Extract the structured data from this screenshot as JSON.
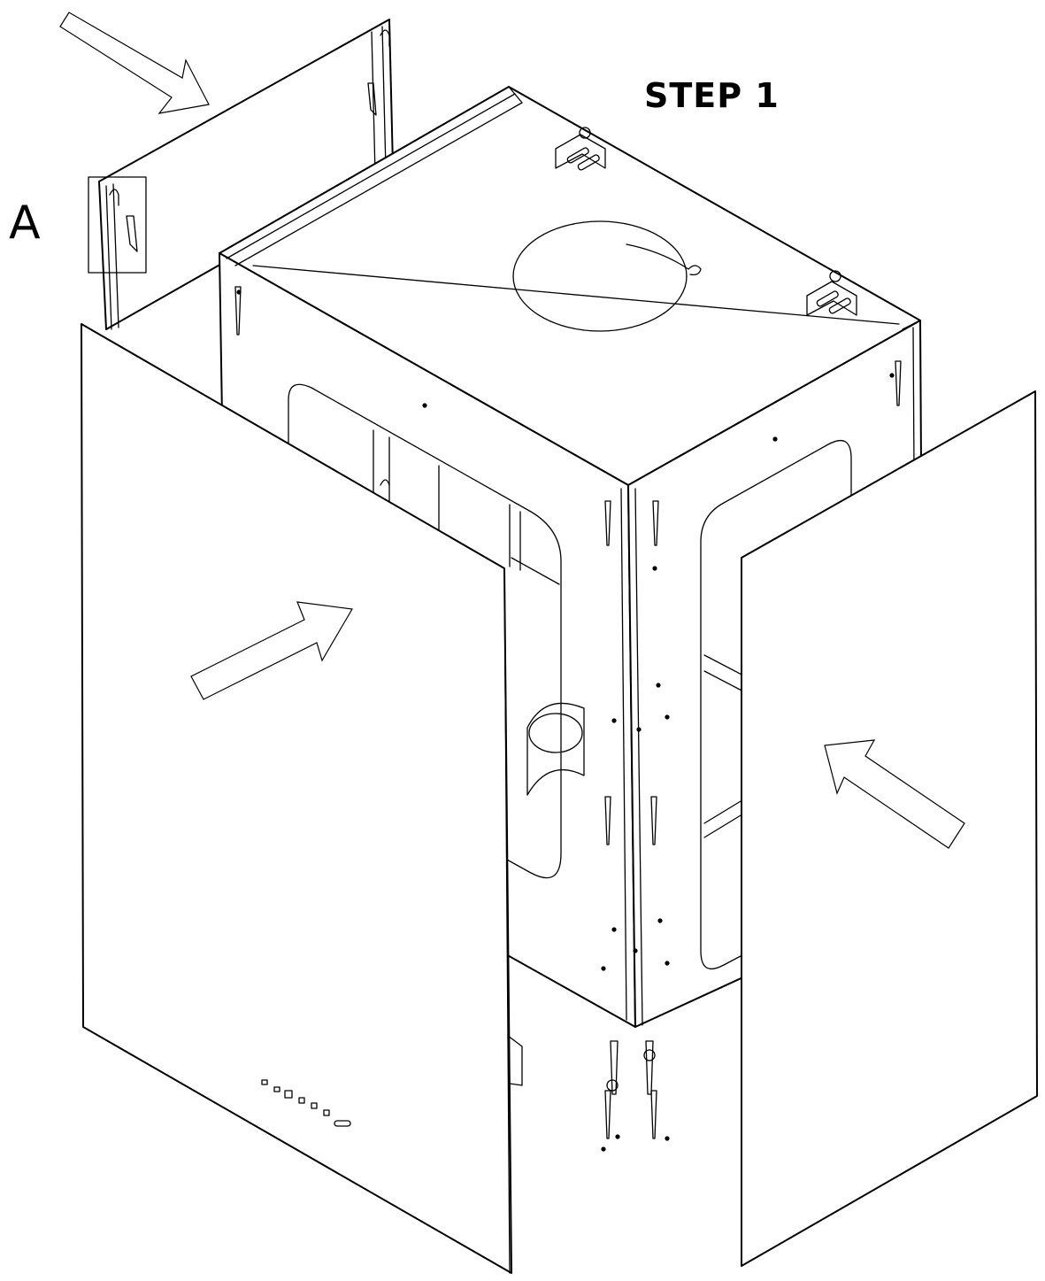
{
  "diagram": {
    "step_title": "STEP 1",
    "callout_label": "A"
  },
  "parts": {
    "left_front_panel": "left-front-panel",
    "right_front_panel": "right-front-panel",
    "rear_left_panel": "rear-left-panel",
    "housing_box": "hood-housing",
    "mounting_bracket": "mounting-bracket",
    "exhaust_opening": "exhaust-opening",
    "control_buttons": "control-buttons"
  },
  "colors": {
    "line": "#000000",
    "fill": "#ffffff"
  }
}
